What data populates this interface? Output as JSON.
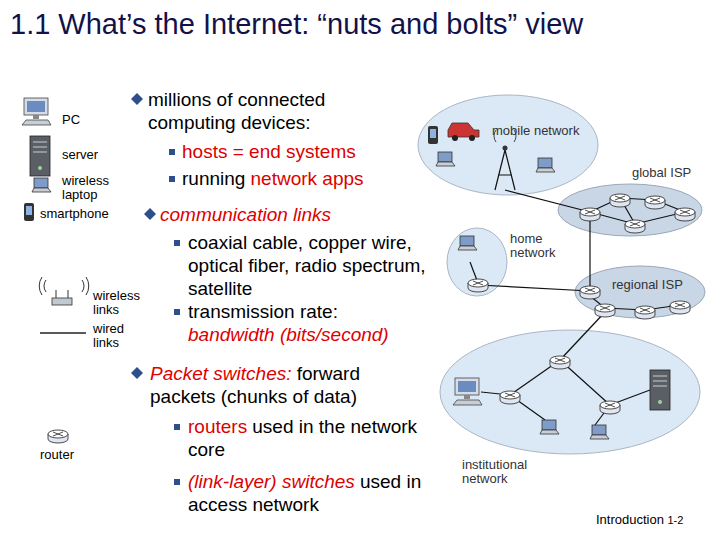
{
  "diagram": {
    "title": "1.1 What’s the Internet: “nuts and bolts” view",
    "labels": [
      "millions of connected computing devices:",
      "PC",
      "server",
      "hosts = end systems",
      "wireless laptop",
      "running",
      "network apps",
      "smartphone",
      "communication links",
      "coaxial cable, copper wire, optical fiber, radio spectrum, satellite",
      "wireless links",
      "transmission rate:",
      "wired links",
      "bandwidth (bits/second)",
      "Packet switches:",
      "forward packets (chunks of data)",
      "router",
      "routers",
      "used in the network core",
      "(link-layer) switches",
      "used in access network",
      "mobile network",
      "global ISP",
      "home network",
      "regional ISP",
      "institutional network",
      "Introduction",
      "1-2"
    ]
  }
}
